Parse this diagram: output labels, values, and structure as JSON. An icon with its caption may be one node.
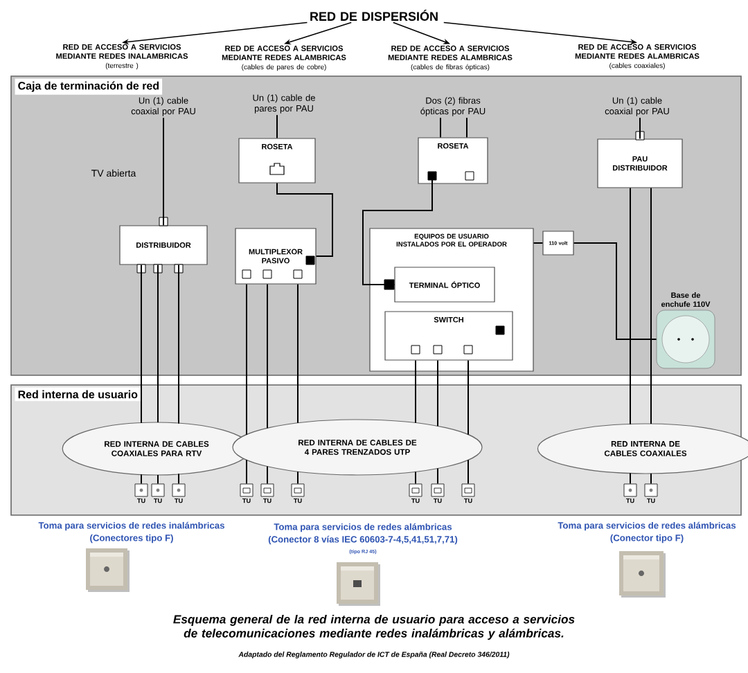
{
  "diagram": {
    "nodes": [
      {
        "text": [
          "RED DE DISPERSIÓN"
        ]
      },
      {
        "text": [
          "RED DE ACCESO A SERVICIOS MEDIANTE REDES INALAMBRICAS",
          "(terrestre )"
        ]
      },
      {
        "text": [
          "RED DE ACCESO A SERVICIOS MEDIANTE REDES ALAMBRICAS",
          "(cables de pares de cobre)"
        ]
      },
      {
        "text": [
          "RED DE ACCESO A SERVICIOS MEDIANTE REDES ALAMBRICAS",
          "(cables de fibras ópticas)"
        ]
      },
      {
        "text": [
          "RED DE ACCESO A SERVICIOS MEDIANTE REDES ALAMBRICAS",
          "(cables coaxiales)"
        ]
      },
      {
        "text": [
          "Caja de terminación de red"
        ]
      },
      {
        "text": [
          "Un (1) cable coaxial por PAU"
        ],
        "in": 5
      },
      {
        "text": [
          "Un (1) cable de pares por PAU"
        ],
        "in": 5
      },
      {
        "text": [
          "Dos (2) fibras ópticas por PAU"
        ],
        "in": 5
      },
      {
        "text": [
          "Un (1) cable coaxial por PAU"
        ],
        "in": 5
      },
      {
        "text": [
          "ROSETA"
        ],
        "in": 5
      },
      {
        "text": [
          "ROSETA"
        ],
        "in": 5
      },
      {
        "text": [
          "PAU DISTRIBUIDOR"
        ],
        "in": 5
      },
      {
        "text": [
          "DISTRIBUIDOR"
        ],
        "in": 5
      },
      {
        "text": [
          "MULTIPLEXOR PASIVO"
        ],
        "in": 5
      },
      {
        "text": [
          "EQUIPOS DE USUARIO INSTALADOS POR EL OPERADOR"
        ],
        "in": 5
      },
      {
        "text": [
          "TERMINAL ÓPTICO"
        ],
        "in": 15
      },
      {
        "text": [
          "SWITCH"
        ],
        "in": 15
      },
      {
        "text": [
          "110 volt"
        ],
        "in": 5
      },
      {
        "text": [
          "Base de enchufe 110V"
        ],
        "in": 5
      },
      {
        "text": [
          "Red interna de usuario"
        ]
      },
      {
        "text": [
          "RED INTERNA DE CABLES COAXIALES PARA RTV"
        ],
        "in": 20
      },
      {
        "text": [
          "RED INTERNA DE CABLES DE 4 PARES TRENZADOS UTP"
        ],
        "in": 20
      },
      {
        "text": [
          "RED INTERNA DE CABLES COAXIALES"
        ],
        "in": 20
      },
      {
        "text": [
          "TU"
        ],
        "in": 20
      },
      {
        "text": [
          "TU"
        ],
        "in": 20
      },
      {
        "text": [
          "TU"
        ],
        "in": 20
      },
      {
        "text": [
          "TU"
        ],
        "in": 20
      },
      {
        "text": [
          "TU"
        ],
        "in": 20
      },
      {
        "text": [
          "TU"
        ],
        "in": 20
      },
      {
        "text": [
          "TU"
        ],
        "in": 20
      },
      {
        "text": [
          "TU"
        ],
        "in": 20
      },
      {
        "text": [
          "TU"
        ],
        "in": 20
      },
      {
        "text": [
          "TU"
        ],
        "in": 20
      },
      {
        "text": [
          "TU"
        ],
        "in": 20
      }
    ],
    "edges": [
      {
        "from": 0,
        "to": 1,
        "arrow": "to"
      },
      {
        "from": 0,
        "to": 2,
        "arrow": "to"
      },
      {
        "from": 0,
        "to": 3,
        "arrow": "to"
      },
      {
        "from": 0,
        "to": 4,
        "arrow": "to"
      },
      {
        "from": 6,
        "to": 13,
        "arrow": "none"
      },
      {
        "from": 7,
        "to": 10,
        "arrow": "none"
      },
      {
        "from": 8,
        "to": 11,
        "arrow": "none"
      },
      {
        "from": 8,
        "to": 11,
        "arrow": "none"
      },
      {
        "from": 9,
        "to": 12,
        "arrow": "none"
      },
      {
        "from": 10,
        "to": 14,
        "arrow": "none"
      },
      {
        "from": 11,
        "to": 16,
        "arrow": "none"
      },
      {
        "from": 18,
        "to": 15,
        "arrow": "none"
      },
      {
        "from": 18,
        "to": 19,
        "arrow": "none"
      },
      {
        "from": 13,
        "to": 21,
        "arrow": "none"
      },
      {
        "from": 13,
        "to": 21,
        "arrow": "none"
      },
      {
        "from": 13,
        "to": 21,
        "arrow": "none"
      },
      {
        "from": 14,
        "to": 22,
        "arrow": "none"
      },
      {
        "from": 14,
        "to": 22,
        "arrow": "none"
      },
      {
        "from": 14,
        "to": 22,
        "arrow": "none"
      },
      {
        "from": 17,
        "to": 22,
        "arrow": "none"
      },
      {
        "from": 17,
        "to": 22,
        "arrow": "none"
      },
      {
        "from": 17,
        "to": 22,
        "arrow": "none"
      },
      {
        "from": 12,
        "to": 23,
        "arrow": "none"
      },
      {
        "from": 12,
        "to": 23,
        "arrow": "none"
      },
      {
        "from": 21,
        "to": 24,
        "arrow": "none"
      },
      {
        "from": 21,
        "to": 25,
        "arrow": "none"
      },
      {
        "from": 21,
        "to": 26,
        "arrow": "none"
      },
      {
        "from": 22,
        "to": 27,
        "arrow": "none"
      },
      {
        "from": 22,
        "to": 28,
        "arrow": "none"
      },
      {
        "from": 22,
        "to": 29,
        "arrow": "none"
      },
      {
        "from": 22,
        "to": 30,
        "arrow": "none"
      },
      {
        "from": 22,
        "to": 31,
        "arrow": "none"
      },
      {
        "from": 22,
        "to": 32,
        "arrow": "none"
      },
      {
        "from": 23,
        "to": 33,
        "arrow": "none"
      },
      {
        "from": 23,
        "to": 34,
        "arrow": "none"
      }
    ],
    "labels": [
      "TV abierta",
      "Toma para servicios de redes inalámbricas",
      "(Conectores tipo F)",
      "Toma para servicios de redes alámbricas",
      "(Conector 8 vías IEC 60603-7-4,5,41,51,7,71)",
      "(tipo RJ 45)",
      "Toma para servicios de redes alámbricas",
      "(Conector tipo F)",
      "Adaptado del Reglamento Regulador de ICT de España (Real Decreto 346/2011)"
    ],
    "caption": "Esquema general de la red interna de usuario para acceso a servicios de telecomunicaciones mediante redes inalámbricas y alámbricas."
  }
}
